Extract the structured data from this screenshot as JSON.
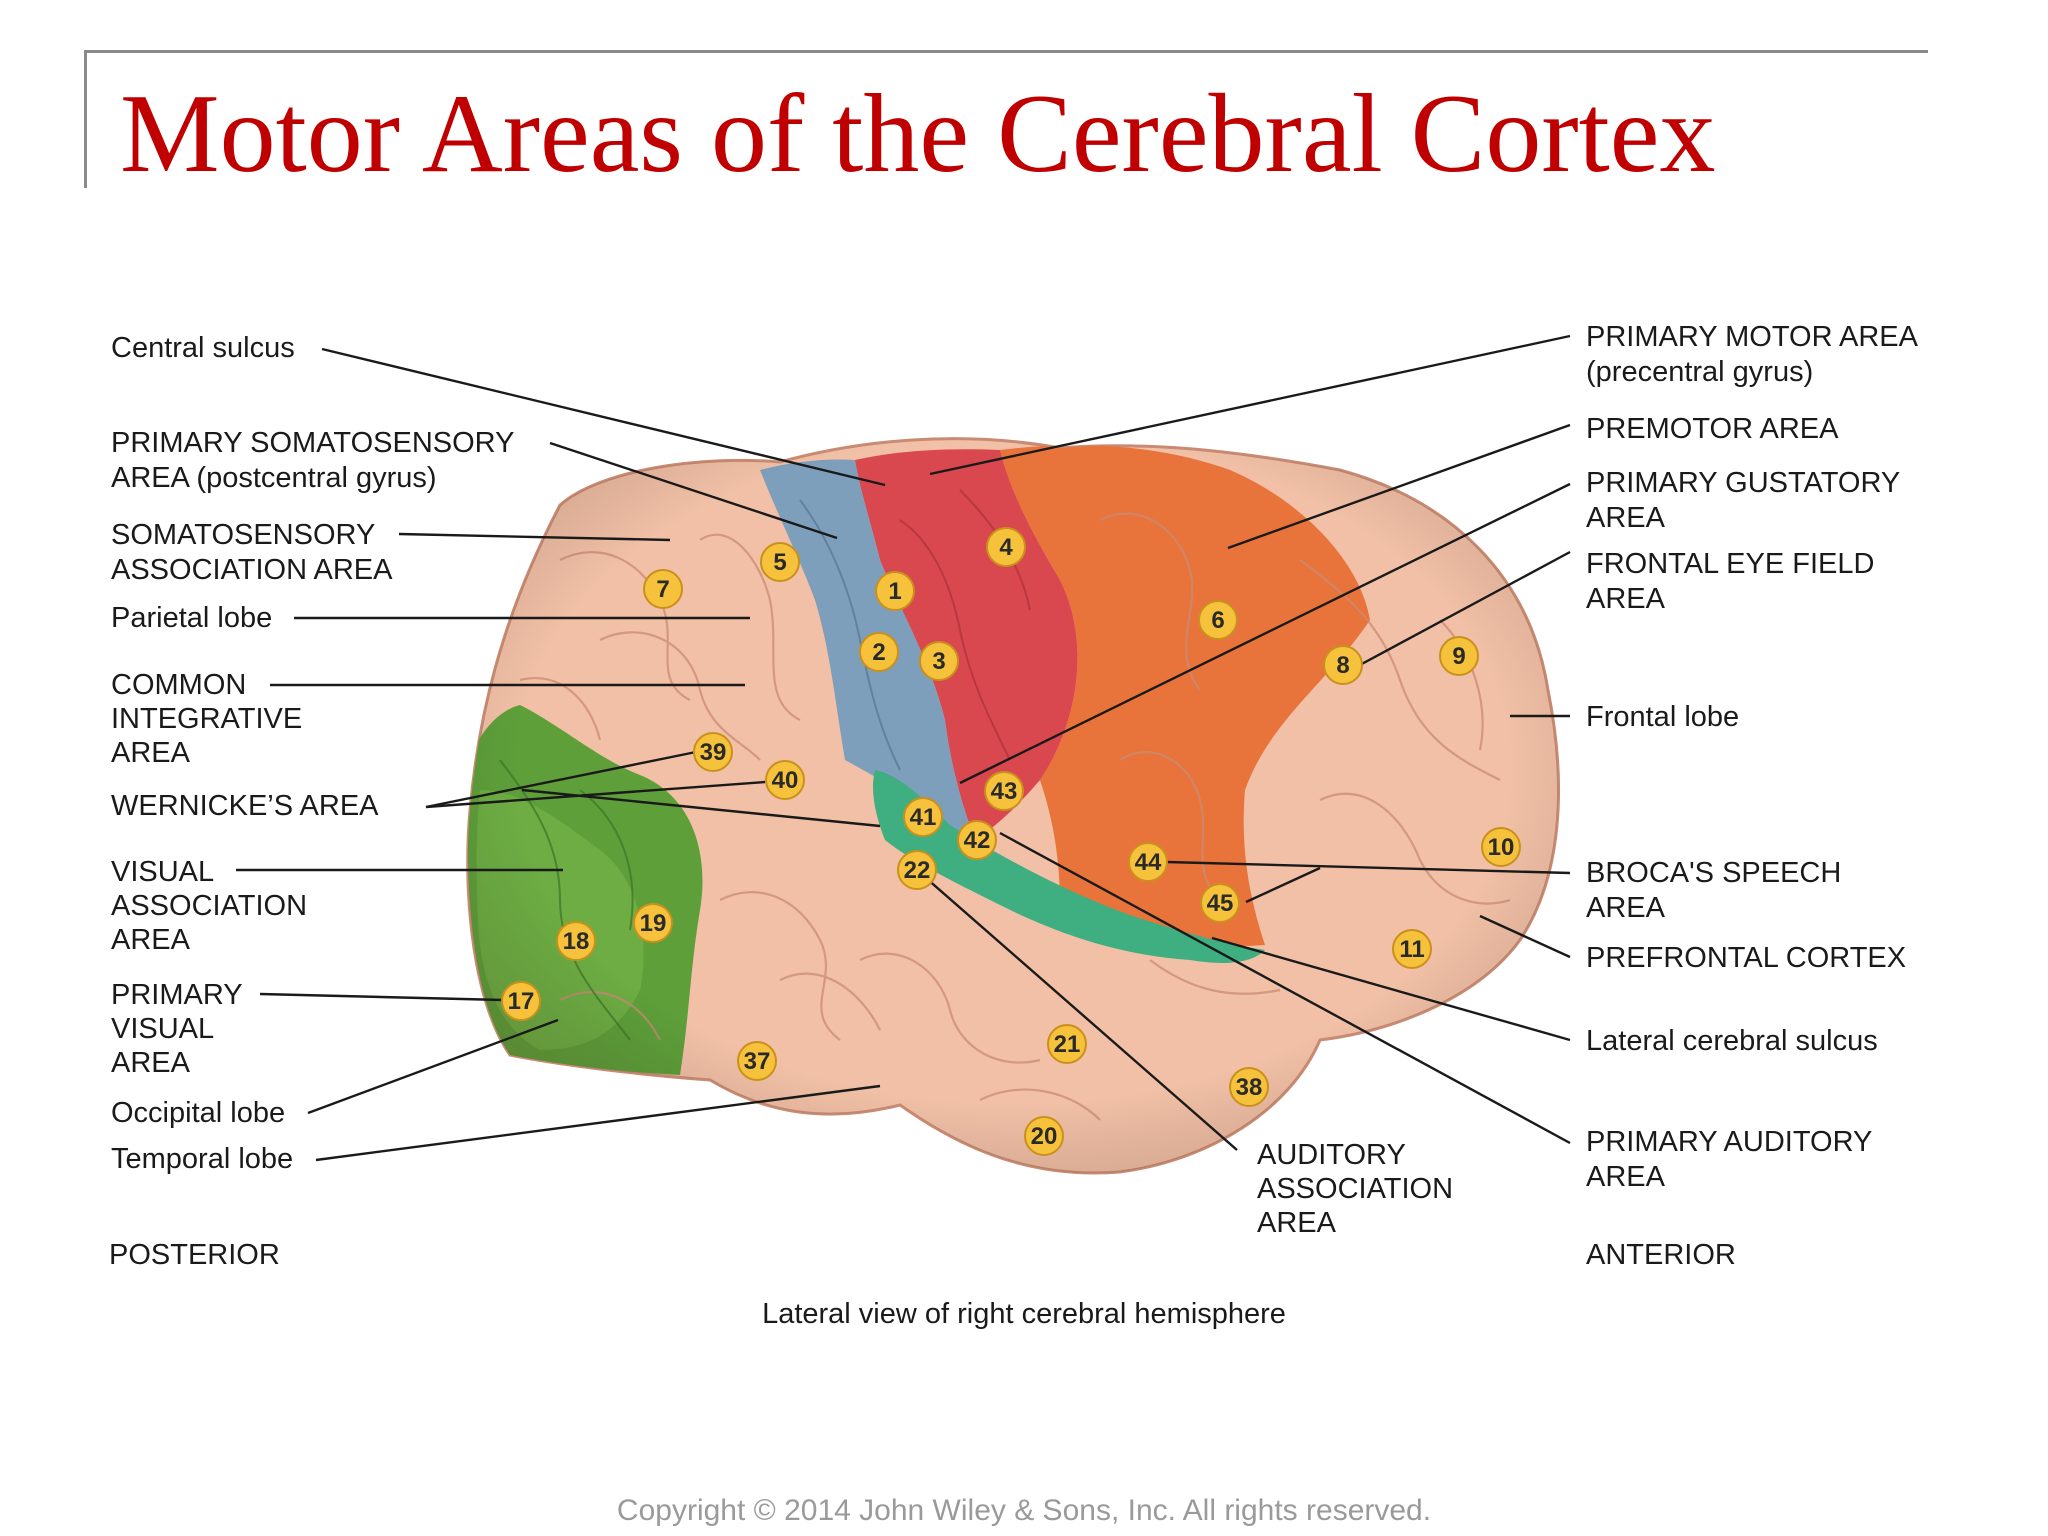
{
  "slide": {
    "title": "Motor Areas of the Cerebral Cortex",
    "caption": "Lateral view of right cerebral hemisphere",
    "copyright": "Copyright © 2014 John Wiley & Sons, Inc. All rights reserved."
  },
  "labels_left": {
    "central_sulcus": [
      "Central sulcus"
    ],
    "primary_somatosensory": [
      "PRIMARY SOMATOSENSORY",
      "AREA (postcentral gyrus)"
    ],
    "somatosensory_association": [
      "SOMATOSENSORY",
      "ASSOCIATION AREA"
    ],
    "parietal_lobe": [
      "Parietal lobe"
    ],
    "common_integrative": [
      "COMMON",
      "INTEGRATIVE",
      "AREA"
    ],
    "wernickes": [
      "WERNICKE’S AREA"
    ],
    "visual_association": [
      "VISUAL",
      "ASSOCIATION",
      "AREA"
    ],
    "primary_visual": [
      "PRIMARY",
      "VISUAL",
      "AREA"
    ],
    "occipital_lobe": [
      "Occipital lobe"
    ],
    "temporal_lobe": [
      "Temporal lobe"
    ],
    "posterior": [
      "POSTERIOR"
    ]
  },
  "labels_right": {
    "primary_motor": [
      "PRIMARY MOTOR AREA",
      "(precentral gyrus)"
    ],
    "premotor": [
      "PREMOTOR AREA"
    ],
    "primary_gustatory": [
      "PRIMARY GUSTATORY",
      "AREA"
    ],
    "frontal_eye_field": [
      "FRONTAL EYE FIELD",
      "AREA"
    ],
    "frontal_lobe": [
      "Frontal lobe"
    ],
    "brocas": [
      "BROCA'S SPEECH",
      "AREA"
    ],
    "prefrontal": [
      "PREFRONTAL CORTEX"
    ],
    "lateral_sulcus": [
      "Lateral cerebral sulcus"
    ],
    "primary_auditory": [
      "PRIMARY AUDITORY",
      "AREA"
    ],
    "auditory_association": [
      "AUDITORY",
      "ASSOCIATION",
      "AREA"
    ],
    "anterior": [
      "ANTERIOR"
    ]
  },
  "areas": [
    "1",
    "2",
    "3",
    "4",
    "5",
    "6",
    "7",
    "8",
    "9",
    "10",
    "11",
    "17",
    "18",
    "19",
    "20",
    "21",
    "22",
    "37",
    "38",
    "39",
    "40",
    "41",
    "42",
    "43",
    "44",
    "45"
  ],
  "colors": {
    "title": "#c00000",
    "cortex": "#f1c0a6",
    "somatosensory": "#7e9fbc",
    "primary_motor": "#d9474f",
    "premotor": "#e8743c",
    "visual": "#5e9f3a",
    "auditory": "#3fae80",
    "marker": "#f6c23c"
  }
}
